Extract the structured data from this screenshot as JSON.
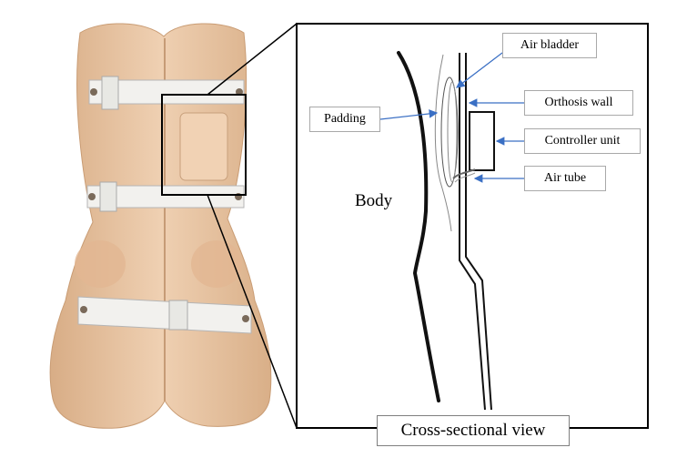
{
  "labels": {
    "air_bladder": "Air bladder",
    "padding": "Padding",
    "orthosis_wall": "Orthosis wall",
    "controller_unit": "Controller unit",
    "air_tube": "Air tube",
    "body": "Body"
  },
  "caption": "Cross-sectional view",
  "colors": {
    "orthosis": "#e6c4a4",
    "strap": "#f0f0ee",
    "arrow": "#3a6fc4",
    "outline": "#1a1a1a"
  }
}
